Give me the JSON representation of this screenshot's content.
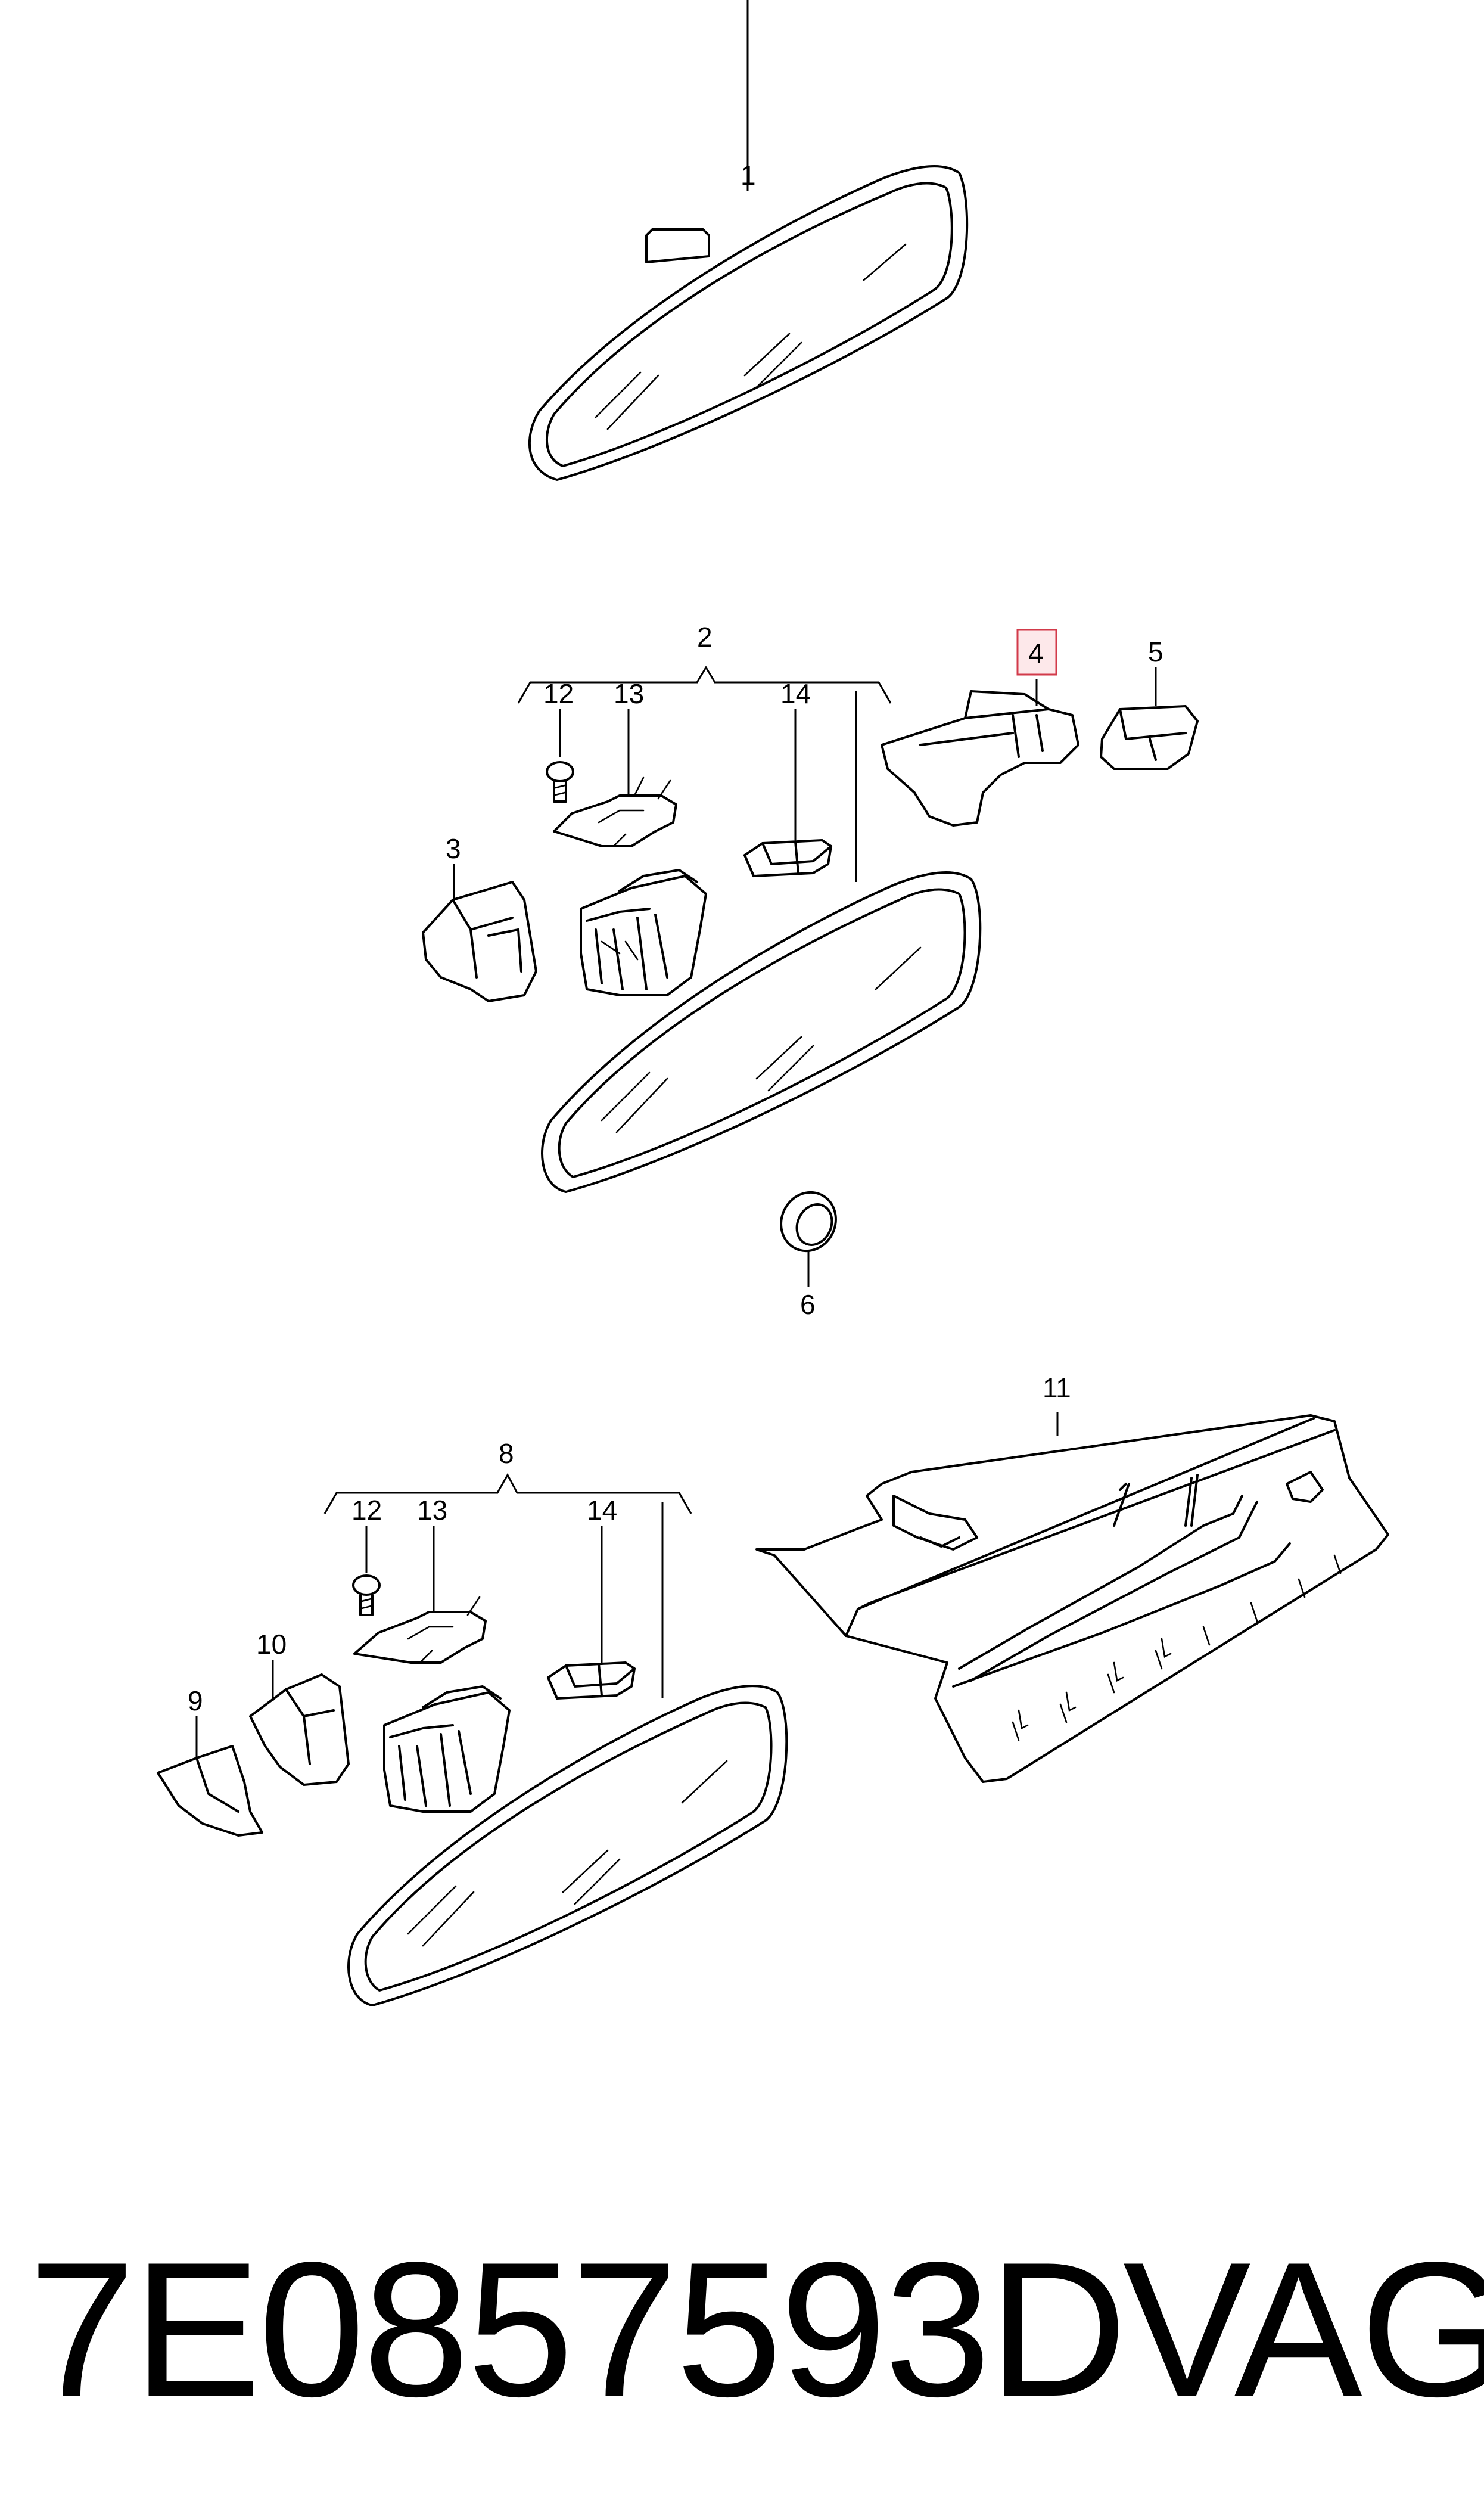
{
  "callouts": {
    "c1": "1",
    "c2": "2",
    "c3": "3",
    "c4": "4",
    "c5": "5",
    "c6": "6",
    "c7_12a": "12",
    "c7_13a": "13",
    "c7_14a": "14",
    "c8": "8",
    "c9": "9",
    "c10": "10",
    "c11": "11",
    "c12b": "12",
    "c13b": "13",
    "c14b": "14"
  },
  "highlighted_callout": "4",
  "footer": {
    "part_number": "7E0857593D",
    "brand": "VAG"
  }
}
